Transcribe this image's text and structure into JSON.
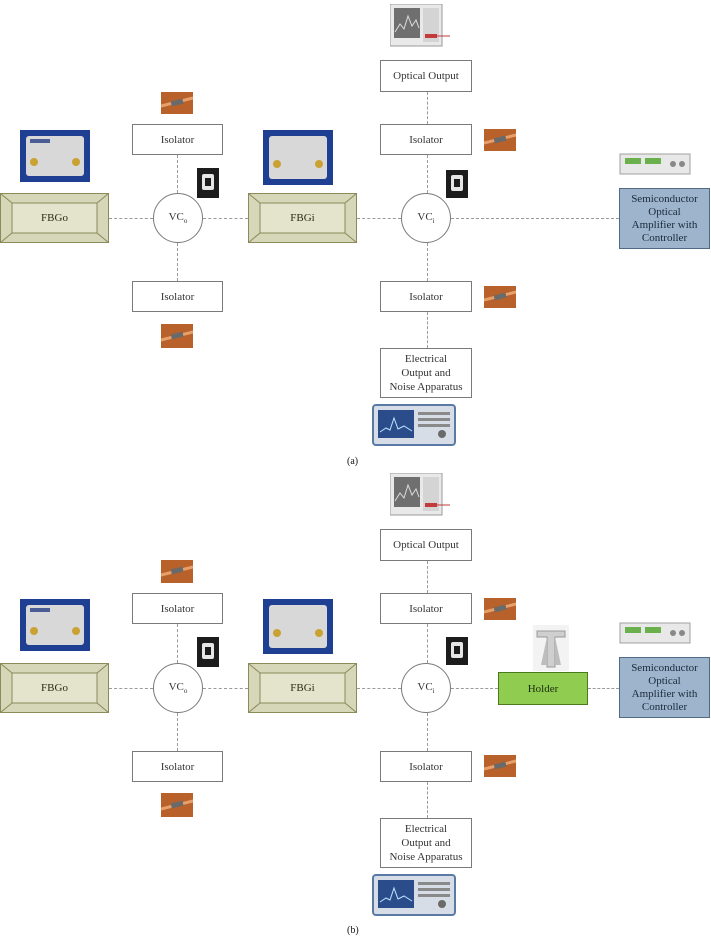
{
  "panels": {
    "a": {
      "caption": "(a)",
      "fbg_out": "FBGo",
      "fbg_in": "FBGi",
      "vc_out": {
        "base": "VC",
        "sub": "o"
      },
      "vc_in": {
        "base": "VC",
        "sub": "i"
      },
      "isolator_top_left": "Isolator",
      "isolator_bottom_left": "Isolator",
      "isolator_top_right": "Isolator",
      "isolator_bottom_right": "Isolator",
      "optical_output": "Optical Output",
      "electrical_output": [
        "Electrical",
        "Output and",
        "Noise Apparatus"
      ],
      "soa": [
        "Semiconductor",
        "Optical",
        "Amplifier with",
        "Controller"
      ]
    },
    "b": {
      "caption": "(b)",
      "fbg_out": "FBGo",
      "fbg_in": "FBGi",
      "vc_out": {
        "base": "VC",
        "sub": "o"
      },
      "vc_in": {
        "base": "VC",
        "sub": "i"
      },
      "isolator_top_left": "Isolator",
      "isolator_bottom_left": "Isolator",
      "isolator_top_right": "Isolator",
      "isolator_bottom_right": "Isolator",
      "optical_output": "Optical Output",
      "electrical_output": [
        "Electrical",
        "Output and",
        "Noise Apparatus"
      ],
      "holder": "Holder",
      "soa": [
        "Semiconductor",
        "Optical",
        "Amplifier with",
        "Controller"
      ]
    }
  },
  "colors": {
    "fbg_face": "#d6d6b8",
    "fbg_edge": "#8a8a5a",
    "soa_fill": "#9db4cc",
    "holder_fill": "#8fcc4f",
    "connector_line": "#9a9a9a"
  },
  "icons": {
    "fbg_photo": "fbg-enclosure-photo-icon",
    "isolator_photo": "fiber-isolator-photo-icon",
    "coupler_photo": "coupler-photo-icon",
    "osa_photo": "optical-spectrum-analyzer-photo-icon",
    "esa_photo": "electrical-spectrum-analyzer-photo-icon",
    "soa_photo": "soa-controller-photo-icon",
    "holder_photo": "holder-stand-photo-icon"
  }
}
